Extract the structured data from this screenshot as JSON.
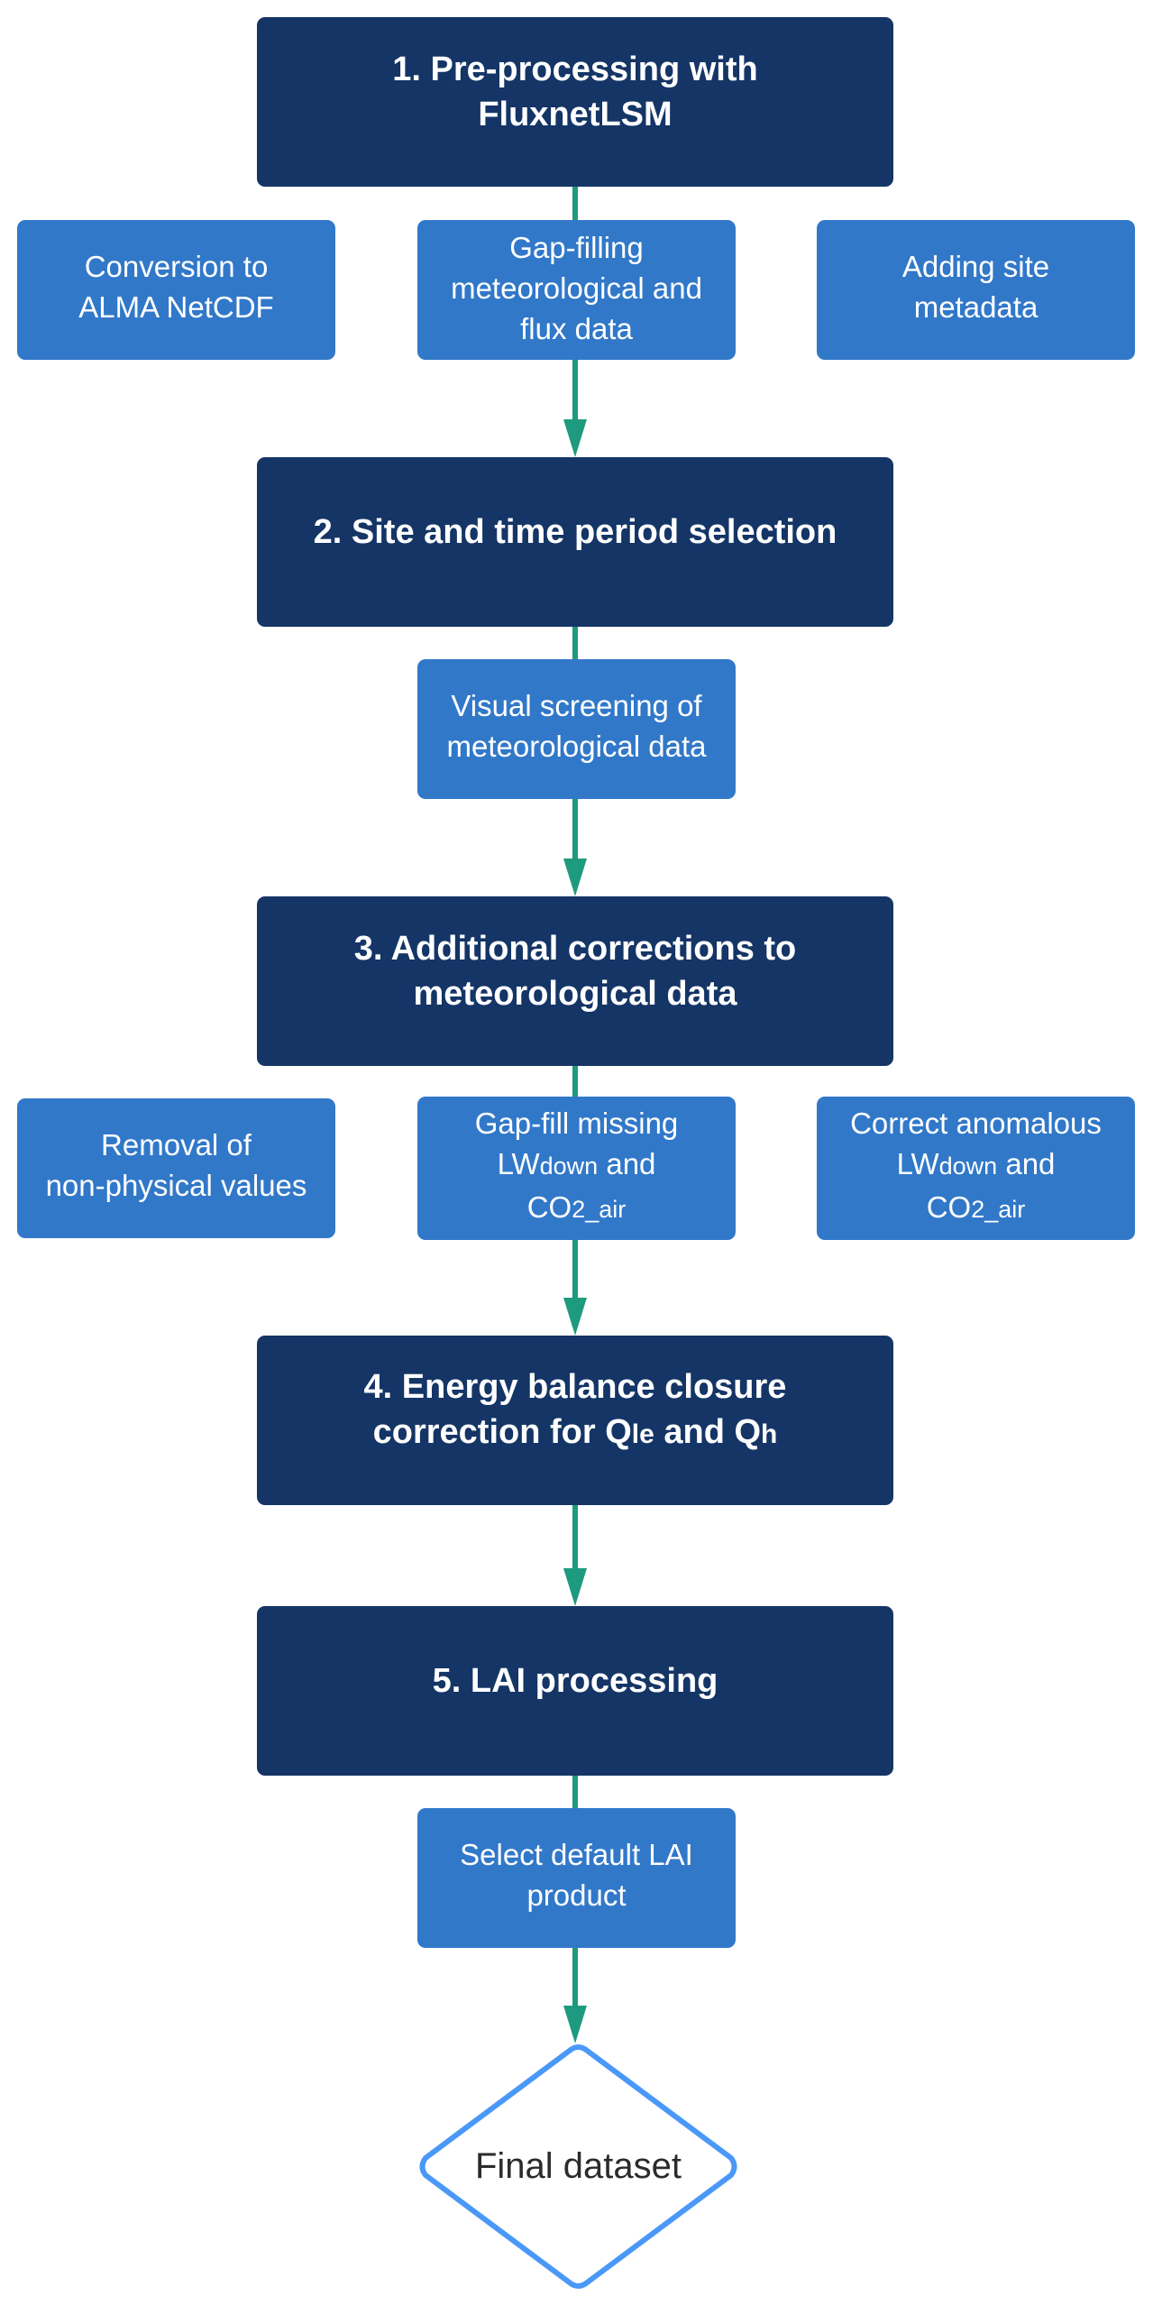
{
  "colors": {
    "main_box": "#143566",
    "sub_box": "#3178c9",
    "connector": "#1e9a7e",
    "terminal_outline": "#4a98f7"
  },
  "steps": [
    {
      "title_line1": "1. Pre-processing with",
      "title_line2": "FluxnetLSM",
      "substeps": [
        {
          "line1": "Conversion to",
          "line2": "ALMA NetCDF"
        },
        {
          "line1": "Gap-filling",
          "line2": "meteorological and",
          "line3": "flux data"
        },
        {
          "line1": "Adding site",
          "line2": "metadata"
        }
      ]
    },
    {
      "title_line1": "2. Site and time period selection",
      "substeps": [
        {
          "line1": "Visual screening of",
          "line2": "meteorological data"
        }
      ]
    },
    {
      "title_line1": "3. Additional corrections to",
      "title_line2": "meteorological data",
      "substeps": [
        {
          "line1": "Removal of",
          "line2": "non-physical values"
        },
        {
          "line1": "Gap-fill missing",
          "lw": "LW",
          "lw_sub": "down",
          "and": " and",
          "co": "CO",
          "co_sub": "2_air"
        },
        {
          "line1": "Correct anomalous",
          "lw": "LW",
          "lw_sub": "down",
          "and": " and",
          "co": "CO",
          "co_sub": "2_air"
        }
      ]
    },
    {
      "title_line1": "4. Energy balance closure",
      "title_pre": "correction for Q",
      "title_sub1": "le",
      "title_mid": " and Q",
      "title_sub2": "h"
    },
    {
      "title_line1": "5. LAI processing",
      "substeps": [
        {
          "line1": "Select default LAI",
          "line2": "product"
        }
      ]
    }
  ],
  "terminal": {
    "label": "Final dataset"
  }
}
